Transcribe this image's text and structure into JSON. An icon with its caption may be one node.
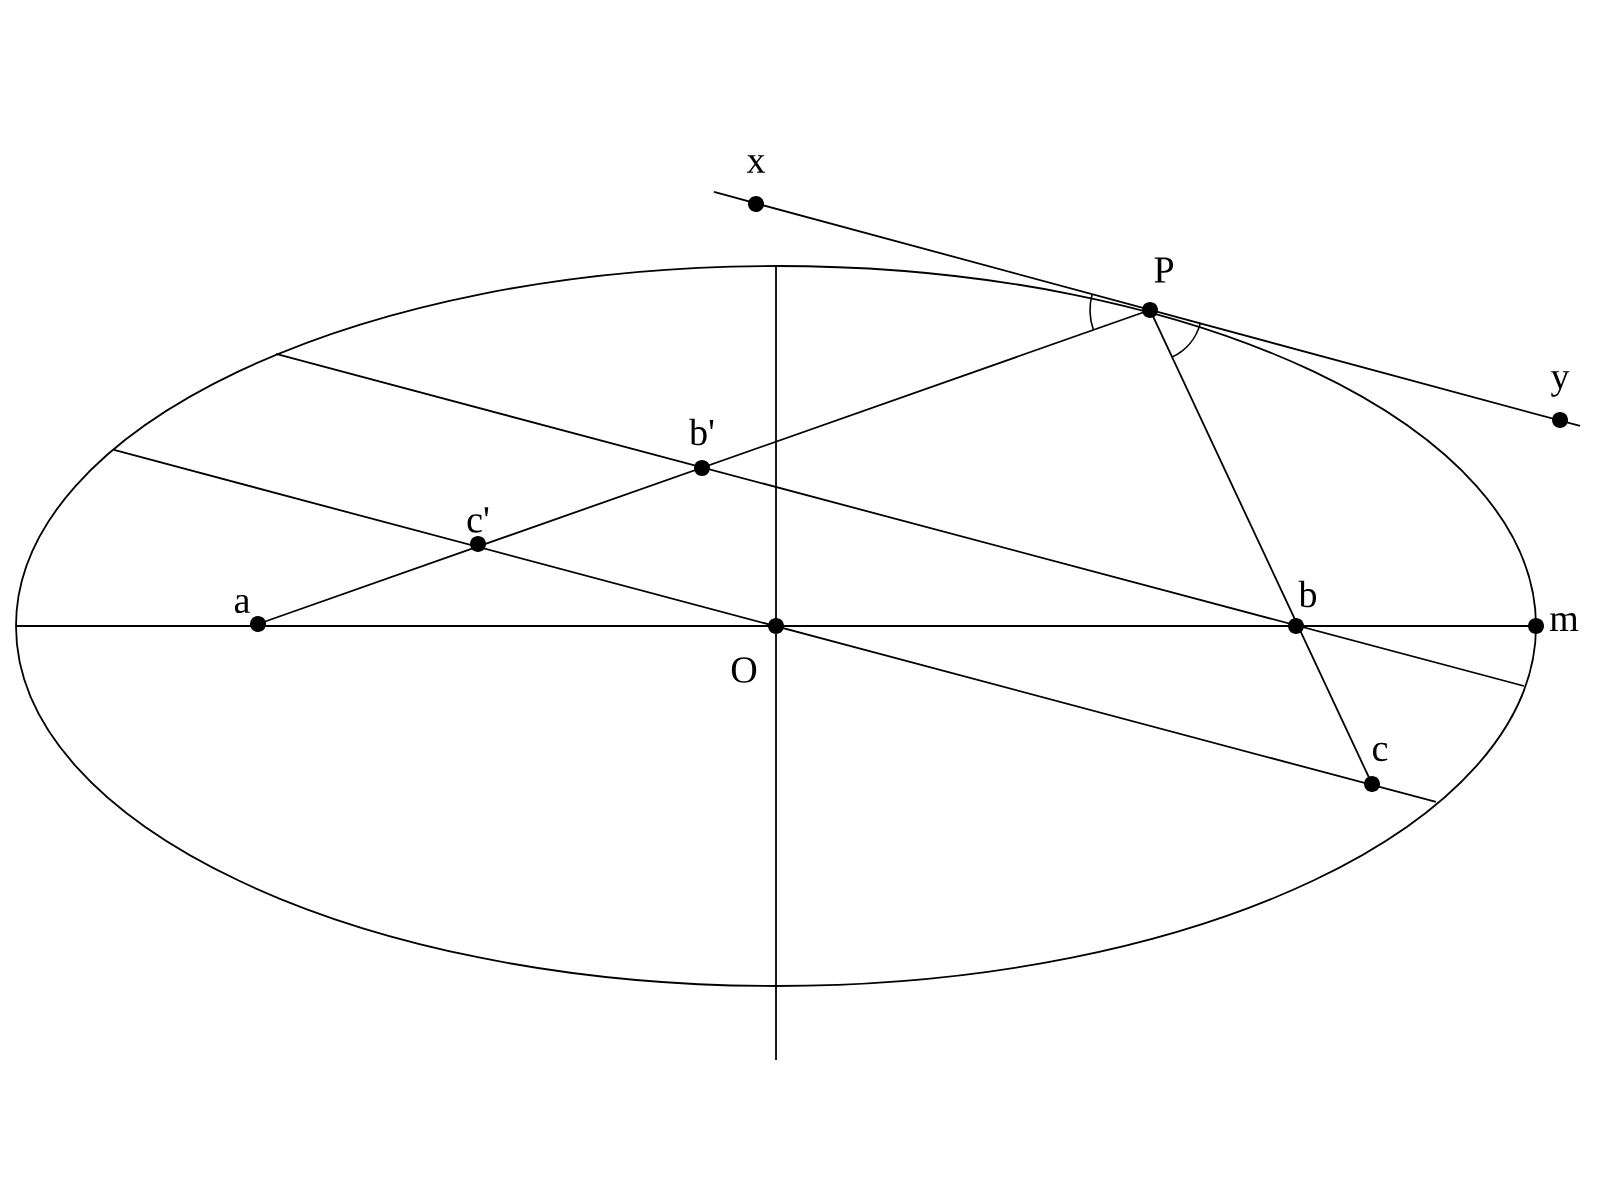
{
  "diagram": {
    "labels": [
      "x",
      "P",
      "y",
      "b'",
      "c'",
      "a",
      "b",
      "m",
      "O",
      "c"
    ]
  }
}
